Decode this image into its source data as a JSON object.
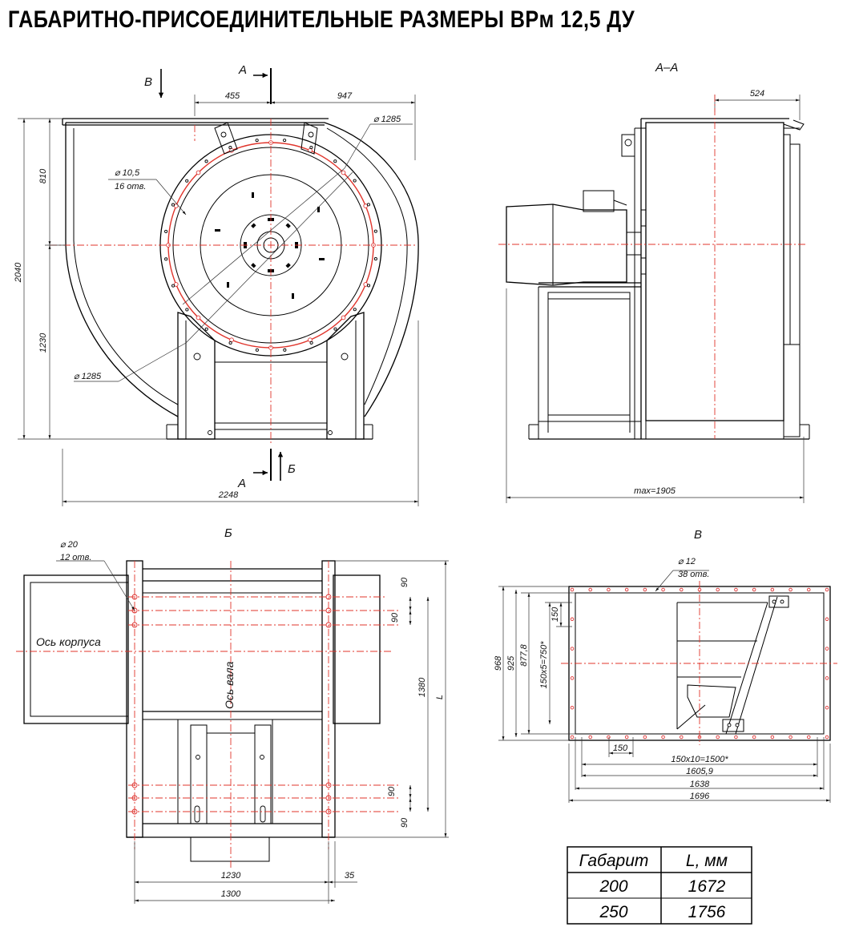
{
  "title": "ГАБАРИТНО-ПРИСОЕДИНИТЕЛЬНЫЕ РАЗМЕРЫ ВРм 12,5 ДУ",
  "front_view": {
    "arrow_v": "В",
    "section_top": "А",
    "section_bottom": "А",
    "arrow_b": "Б",
    "dim_455": "455",
    "dim_947": "947",
    "dim_810": "810",
    "dim_2040": "2040",
    "dim_1230": "1230",
    "dim_2248": "2248",
    "dia_1285_top": "⌀ 1285",
    "dia_1285_bottom": "⌀ 1285",
    "hole_dia": "⌀ 10,5",
    "hole_count": "16 отв."
  },
  "side_view": {
    "label": "А–А",
    "dim_524": "524",
    "dim_max": "max=1905"
  },
  "bottom_view": {
    "label": "Б",
    "hole_dia": "⌀ 20",
    "hole_count": "12 отв.",
    "axis_body": "Ось корпуса",
    "axis_shaft": "Ось вала",
    "dim_90a": "90",
    "dim_90b": "90",
    "dim_90c": "90",
    "dim_90d": "90",
    "dim_1380": "1380",
    "dim_L": "L",
    "dim_1230": "1230",
    "dim_35": "35",
    "dim_1300": "1300"
  },
  "outlet_view": {
    "label": "В",
    "hole_dia": "⌀ 12",
    "hole_count": "38 отв.",
    "dim_968": "968",
    "dim_925": "925",
    "dim_877": "877,8",
    "dim_150x5": "150x5=750*",
    "dim_150v": "150",
    "dim_150h": "150",
    "dim_150x10": "150x10=1500*",
    "dim_1605": "1605,9",
    "dim_1638": "1638",
    "dim_1696": "1696"
  },
  "table": {
    "headers": [
      "Габарит",
      "L, мм"
    ],
    "rows": [
      [
        "200",
        "1672"
      ],
      [
        "250",
        "1756"
      ]
    ]
  }
}
